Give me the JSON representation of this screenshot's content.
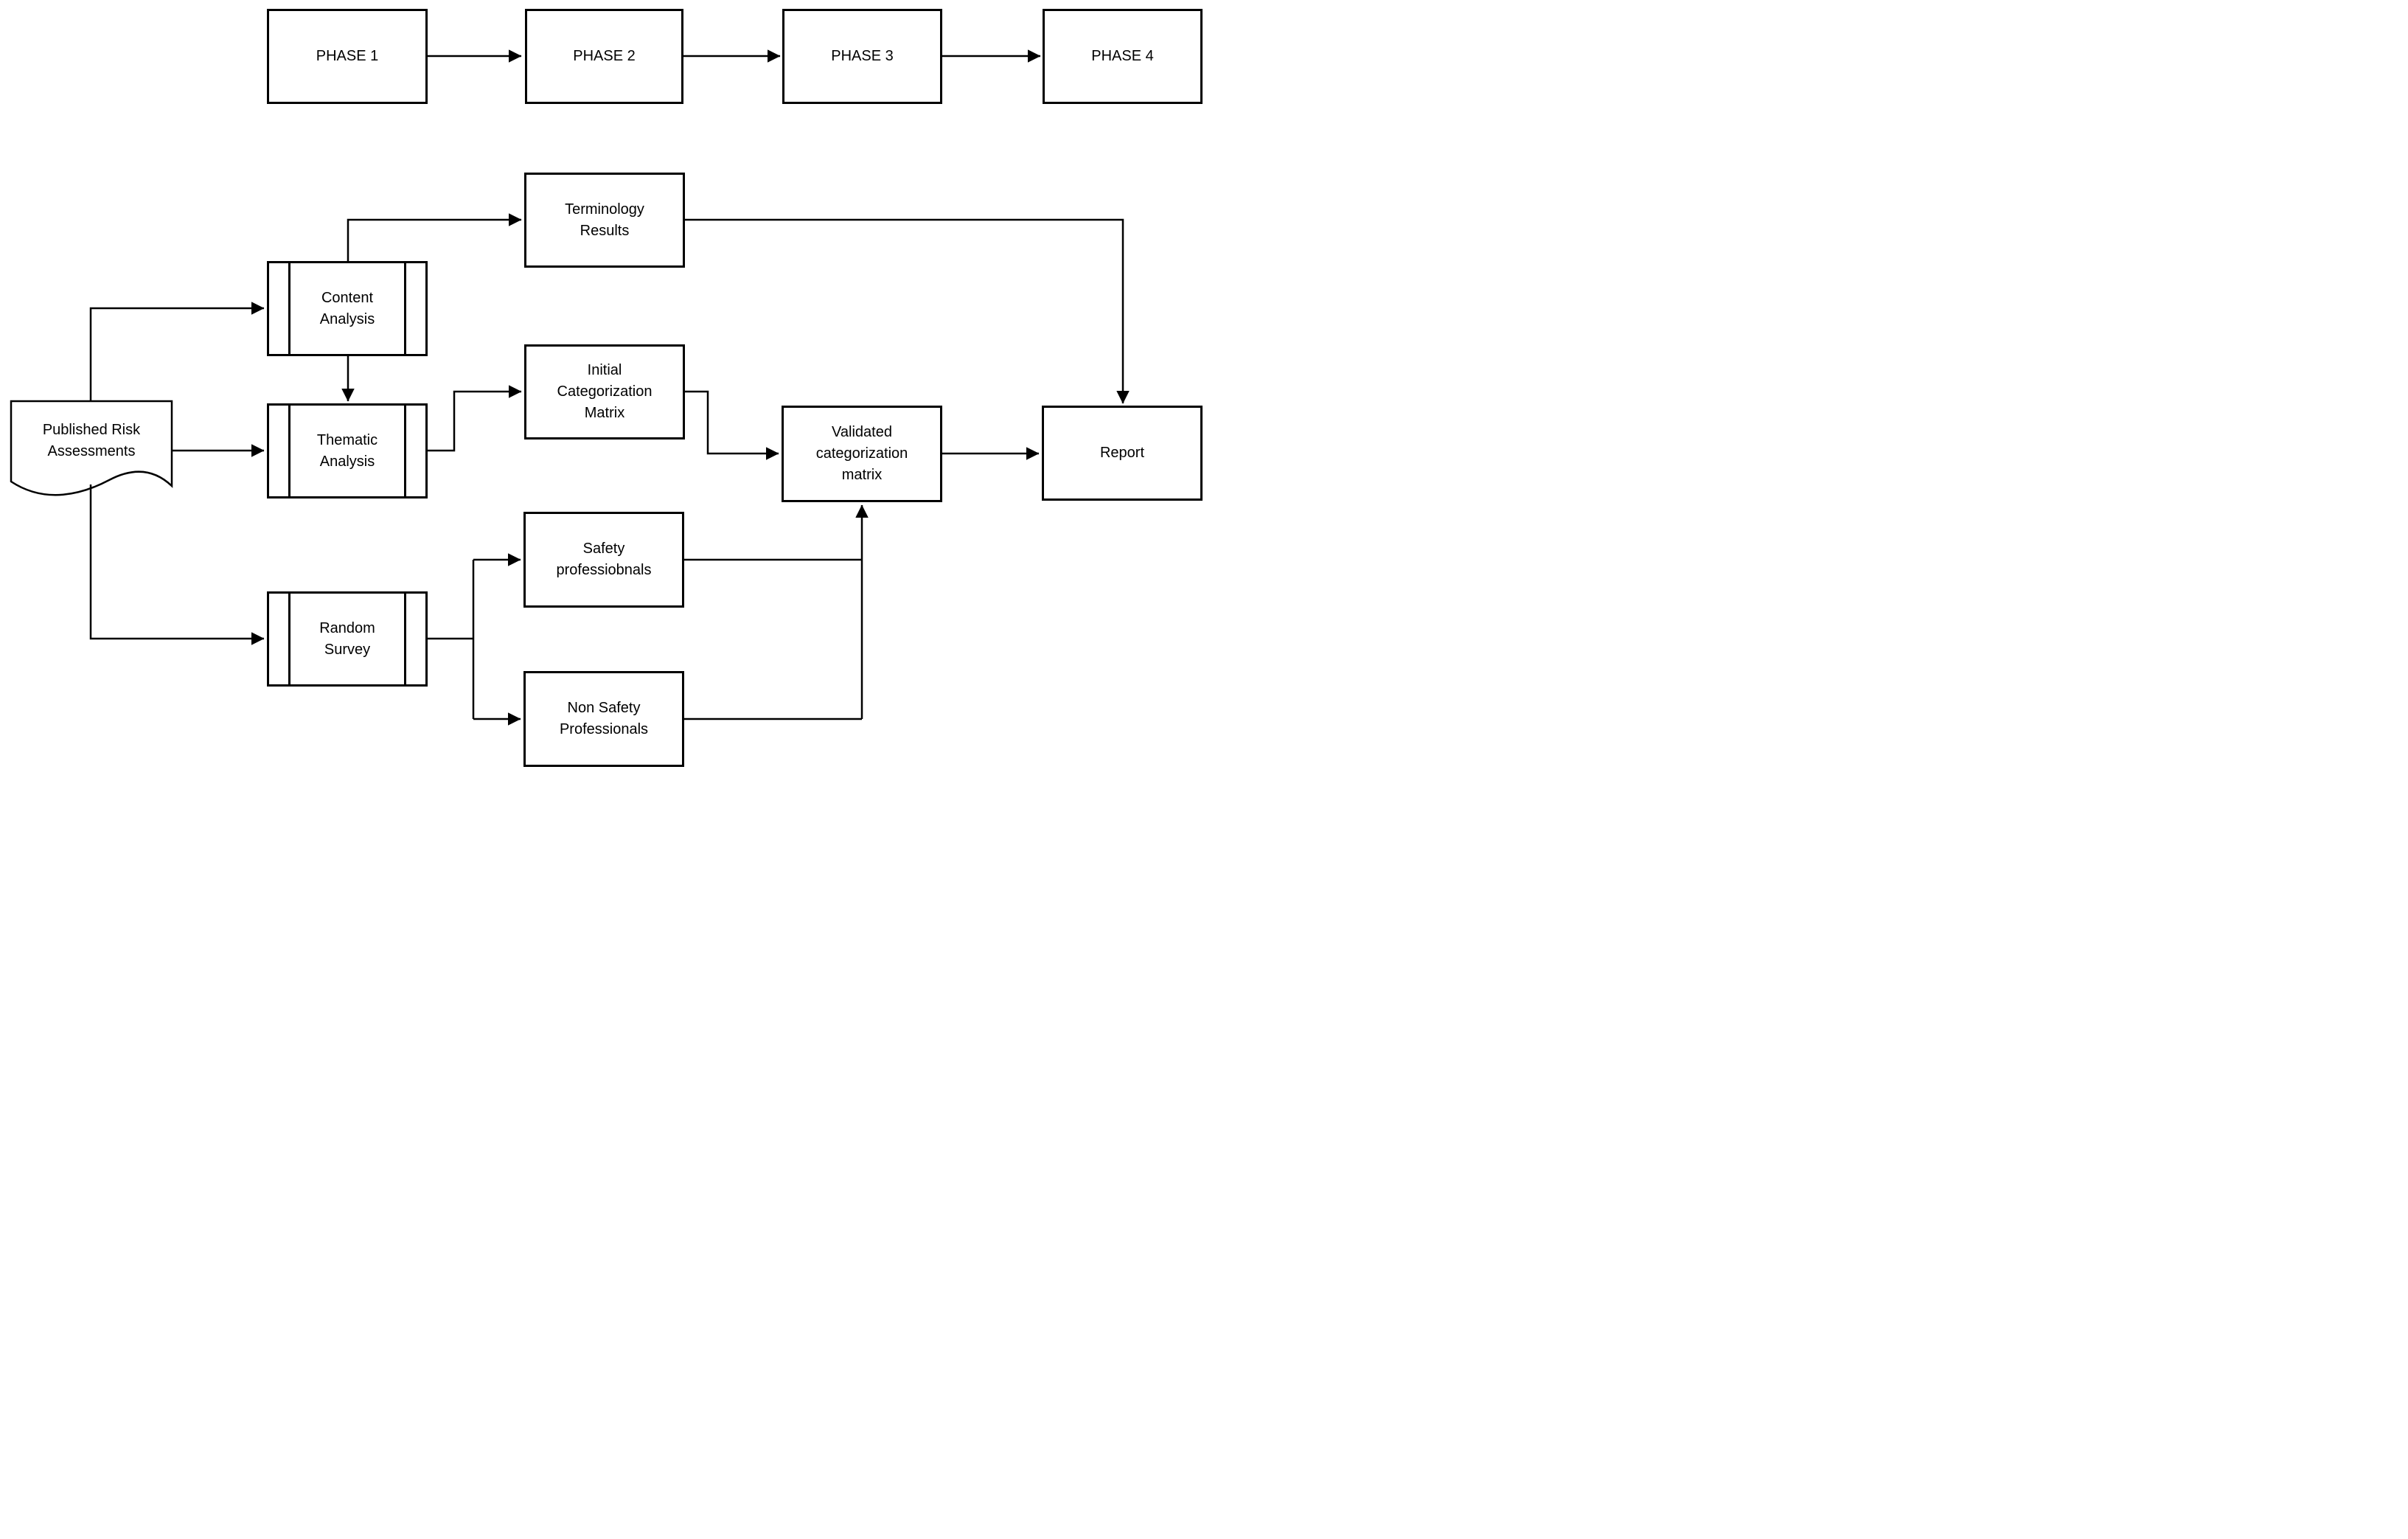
{
  "diagram": {
    "type": "flowchart",
    "colors": {
      "background": "#ffffff",
      "line": "#000000",
      "text": "#000000",
      "node_fill": "#ffffff"
    },
    "phase_row": {
      "phase1": {
        "label": "PHASE 1",
        "shape": "rectangle"
      },
      "phase2": {
        "label": "PHASE 2",
        "shape": "rectangle"
      },
      "phase3": {
        "label": "PHASE 3",
        "shape": "rectangle"
      },
      "phase4": {
        "label": "PHASE 4",
        "shape": "rectangle"
      }
    },
    "nodes": {
      "published_risk_assessments": {
        "label": "Published Risk\nAssessments",
        "shape": "document"
      },
      "content_analysis": {
        "label": "Content\nAnalysis",
        "shape": "predefined-process"
      },
      "thematic_analysis": {
        "label": "Thematic\nAnalysis",
        "shape": "predefined-process"
      },
      "random_survey": {
        "label": "Random\nSurvey",
        "shape": "predefined-process"
      },
      "terminology_results": {
        "label": "Terminology\nResults",
        "shape": "rectangle"
      },
      "initial_categorization_matrix": {
        "label": "Initial\nCategorization\nMatrix",
        "shape": "rectangle"
      },
      "safety_professionals": {
        "label": "Safety\nprofessiobnals",
        "shape": "rectangle"
      },
      "non_safety_professionals": {
        "label": "Non Safety\nProfessionals",
        "shape": "rectangle"
      },
      "validated_categorization_matrix": {
        "label": "Validated\ncategorization\nmatrix",
        "shape": "rectangle"
      },
      "report": {
        "label": "Report",
        "shape": "rectangle"
      }
    },
    "edges": [
      {
        "from": "phase1",
        "to": "phase2"
      },
      {
        "from": "phase2",
        "to": "phase3"
      },
      {
        "from": "phase3",
        "to": "phase4"
      },
      {
        "from": "published_risk_assessments",
        "to": "content_analysis"
      },
      {
        "from": "published_risk_assessments",
        "to": "thematic_analysis"
      },
      {
        "from": "published_risk_assessments",
        "to": "random_survey"
      },
      {
        "from": "content_analysis",
        "to": "thematic_analysis"
      },
      {
        "from": "content_analysis",
        "to": "terminology_results"
      },
      {
        "from": "terminology_results",
        "to": "report"
      },
      {
        "from": "thematic_analysis",
        "to": "initial_categorization_matrix"
      },
      {
        "from": "initial_categorization_matrix",
        "to": "validated_categorization_matrix"
      },
      {
        "from": "random_survey",
        "to": "safety_professionals"
      },
      {
        "from": "random_survey",
        "to": "non_safety_professionals"
      },
      {
        "from": "safety_professionals",
        "to": "validated_categorization_matrix"
      },
      {
        "from": "non_safety_professionals",
        "to": "validated_categorization_matrix"
      },
      {
        "from": "validated_categorization_matrix",
        "to": "report"
      }
    ]
  }
}
